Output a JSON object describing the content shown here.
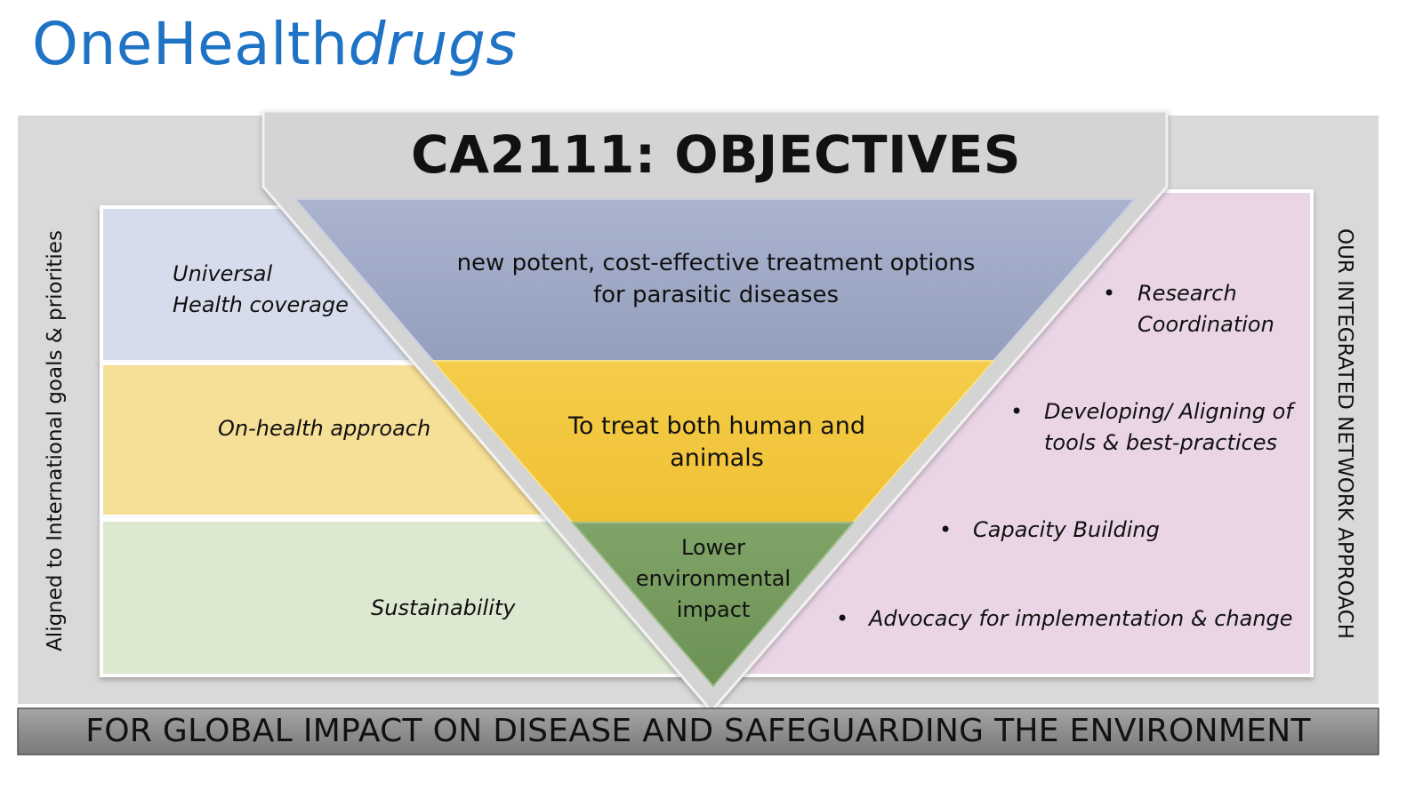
{
  "brand": {
    "name": "OneHealth",
    "suffix": "drugs"
  },
  "title": "CA2111: OBJECTIVES",
  "left_vertical_label": "Aligned to International goals & priorities",
  "right_vertical_label": "OUR INTEGRATED NETWORK APPROACH",
  "left_bands": [
    {
      "line1": "Universal",
      "line2": "Health coverage"
    },
    {
      "line1": "On-health approach"
    },
    {
      "line1": "Sustainability"
    }
  ],
  "pyramid": [
    {
      "line1": "new potent, cost-effective treatment options",
      "line2": "for parasitic diseases"
    },
    {
      "line1": "To treat both human and",
      "line2": "animals"
    },
    {
      "line1": "Lower",
      "line2": "environmental",
      "line3": "impact"
    }
  ],
  "network_items": [
    {
      "line1": "Research",
      "line2": "Coordination"
    },
    {
      "line1": "Developing/ Aligning of",
      "line2": "tools & best-practices"
    },
    {
      "line1": "Capacity Building"
    },
    {
      "line1": "Advocacy for implementation & change"
    }
  ],
  "bullet_glyph": "•",
  "footer": "FOR GLOBAL IMPACT ON DISEASE AND SAFEGUARDING THE ENVIRONMENT",
  "colors": {
    "brand": "#1f73c4",
    "frame": "#d9d9d9",
    "band_blue": "#d7dcec",
    "band_yellow": "#f6df96",
    "band_green": "#dce8d0",
    "pink_panel": "#ead5e6",
    "pyramid_top": "#9da9c6",
    "pyramid_mid": "#f2c641",
    "pyramid_bottom": "#789d61",
    "footer": "#8a8a8a"
  }
}
